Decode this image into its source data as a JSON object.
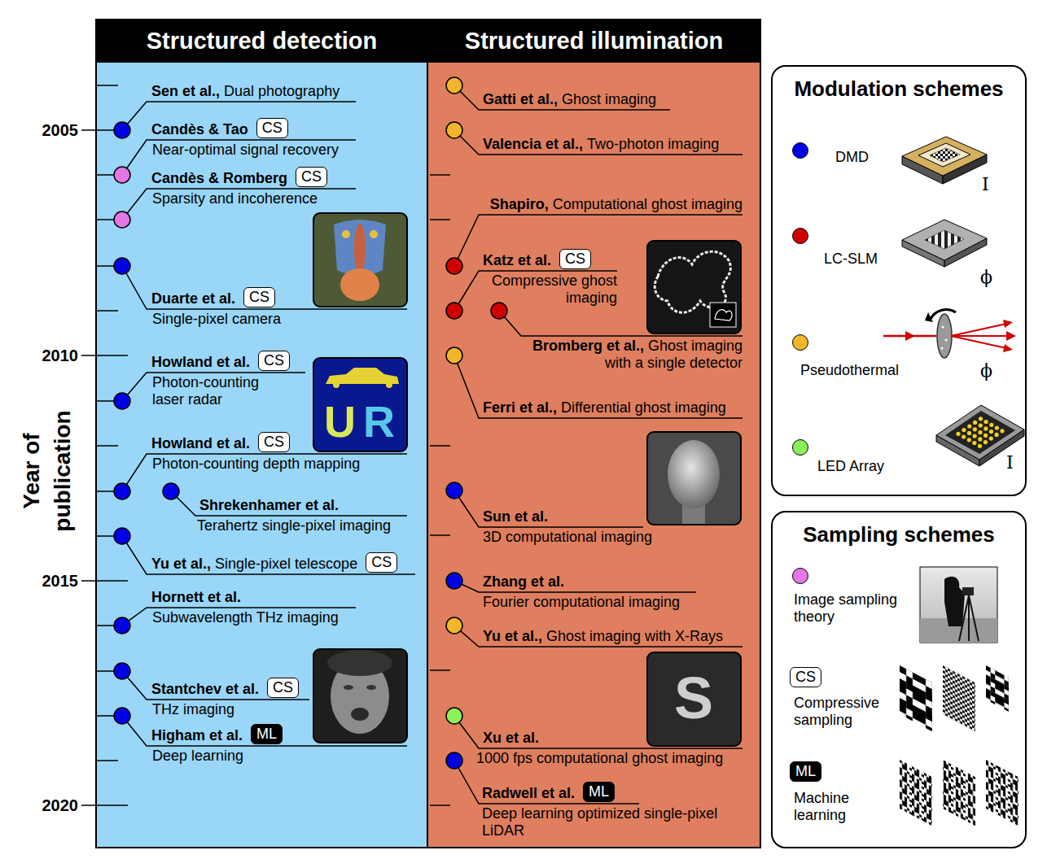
{
  "diagram": {
    "nodes": [
      {
        "text": [
          "Structured detection"
        ]
      },
      {
        "text": [
          "CS"
        ],
        "in": 0
      },
      {
        "text": [
          "CS"
        ],
        "in": 0
      },
      {
        "text": [
          "CS"
        ],
        "in": 0
      },
      {
        "text": [
          "CS"
        ],
        "in": 0
      },
      {
        "text": [
          "CS"
        ],
        "in": 0
      },
      {
        "text": [
          "CS"
        ],
        "in": 0
      },
      {
        "text": [
          "CS"
        ],
        "in": 0
      },
      {
        "text": [
          "ML"
        ],
        "in": 0
      },
      {
        "text": [
          "Structured illumination"
        ]
      },
      {
        "text": [
          "CS"
        ],
        "in": 9
      },
      {
        "text": [
          "ML"
        ],
        "in": 9
      },
      {
        "text": [
          "Modulation schemes"
        ]
      },
      {
        "text": [
          "Sampling schemes"
        ]
      },
      {
        "text": [
          "CS"
        ],
        "in": 13
      },
      {
        "text": [
          "ML"
        ],
        "in": 13
      }
    ],
    "labels": [
      "2005",
      "2010",
      "2015",
      "2020",
      "Year of publication",
      "Sen et al.,",
      "Dual photography",
      "Candès & Tao",
      "Near-optimal signal recovery",
      "Candès & Romberg",
      "Sparsity and incoherence",
      "Duarte et al.",
      "Single-pixel camera",
      "Howland et al.",
      "Photon-counting laser radar",
      "U",
      "R",
      "Howland et al.",
      "Photon-counting depth mapping",
      "Shrekenhamer et al.",
      "Terahertz single-pixel imaging",
      "Yu et al.,",
      "Single-pixel telescope",
      "Hornett et al.",
      "Subwavelength THz imaging",
      "Stantchev et al.",
      "THz imaging",
      "Higham et al.",
      "Deep learning",
      "Gatti et al.,",
      "Ghost imaging",
      "Valencia et al.,",
      "Two-photon imaging",
      "Shapiro,",
      "Computational ghost imaging",
      "Katz et al.",
      "Compressive ghost imaging",
      "Bromberg et al.,",
      "Ghost imaging with a single detector",
      "Ferri et al.,",
      "Differential ghost imaging",
      "Sun et al.",
      "3D computational imaging",
      "Zhang et al.",
      "Fourier computational imaging",
      "Yu et al.,",
      "Ghost imaging with X-Rays",
      "S",
      "Xu et al.",
      "1000 fps computational ghost imaging",
      "Radwell et al.",
      "Deep learning optimized single-pixel LiDAR",
      "I",
      "ϕ",
      "ϕ",
      "I"
    ],
    "legend": [
      {
        "text": "DMD",
        "color": "#0000e6"
      },
      {
        "text": "LC-SLM",
        "color": "#d10000"
      },
      {
        "text": "Pseudothermal",
        "color": "#f2b52b"
      },
      {
        "text": "LED Array",
        "color": "#8cf05a"
      },
      {
        "text": "Image sampling theory",
        "color": "#e377e3"
      },
      {
        "text": "Compressive sampling"
      },
      {
        "text": "Machine learning"
      }
    ]
  }
}
